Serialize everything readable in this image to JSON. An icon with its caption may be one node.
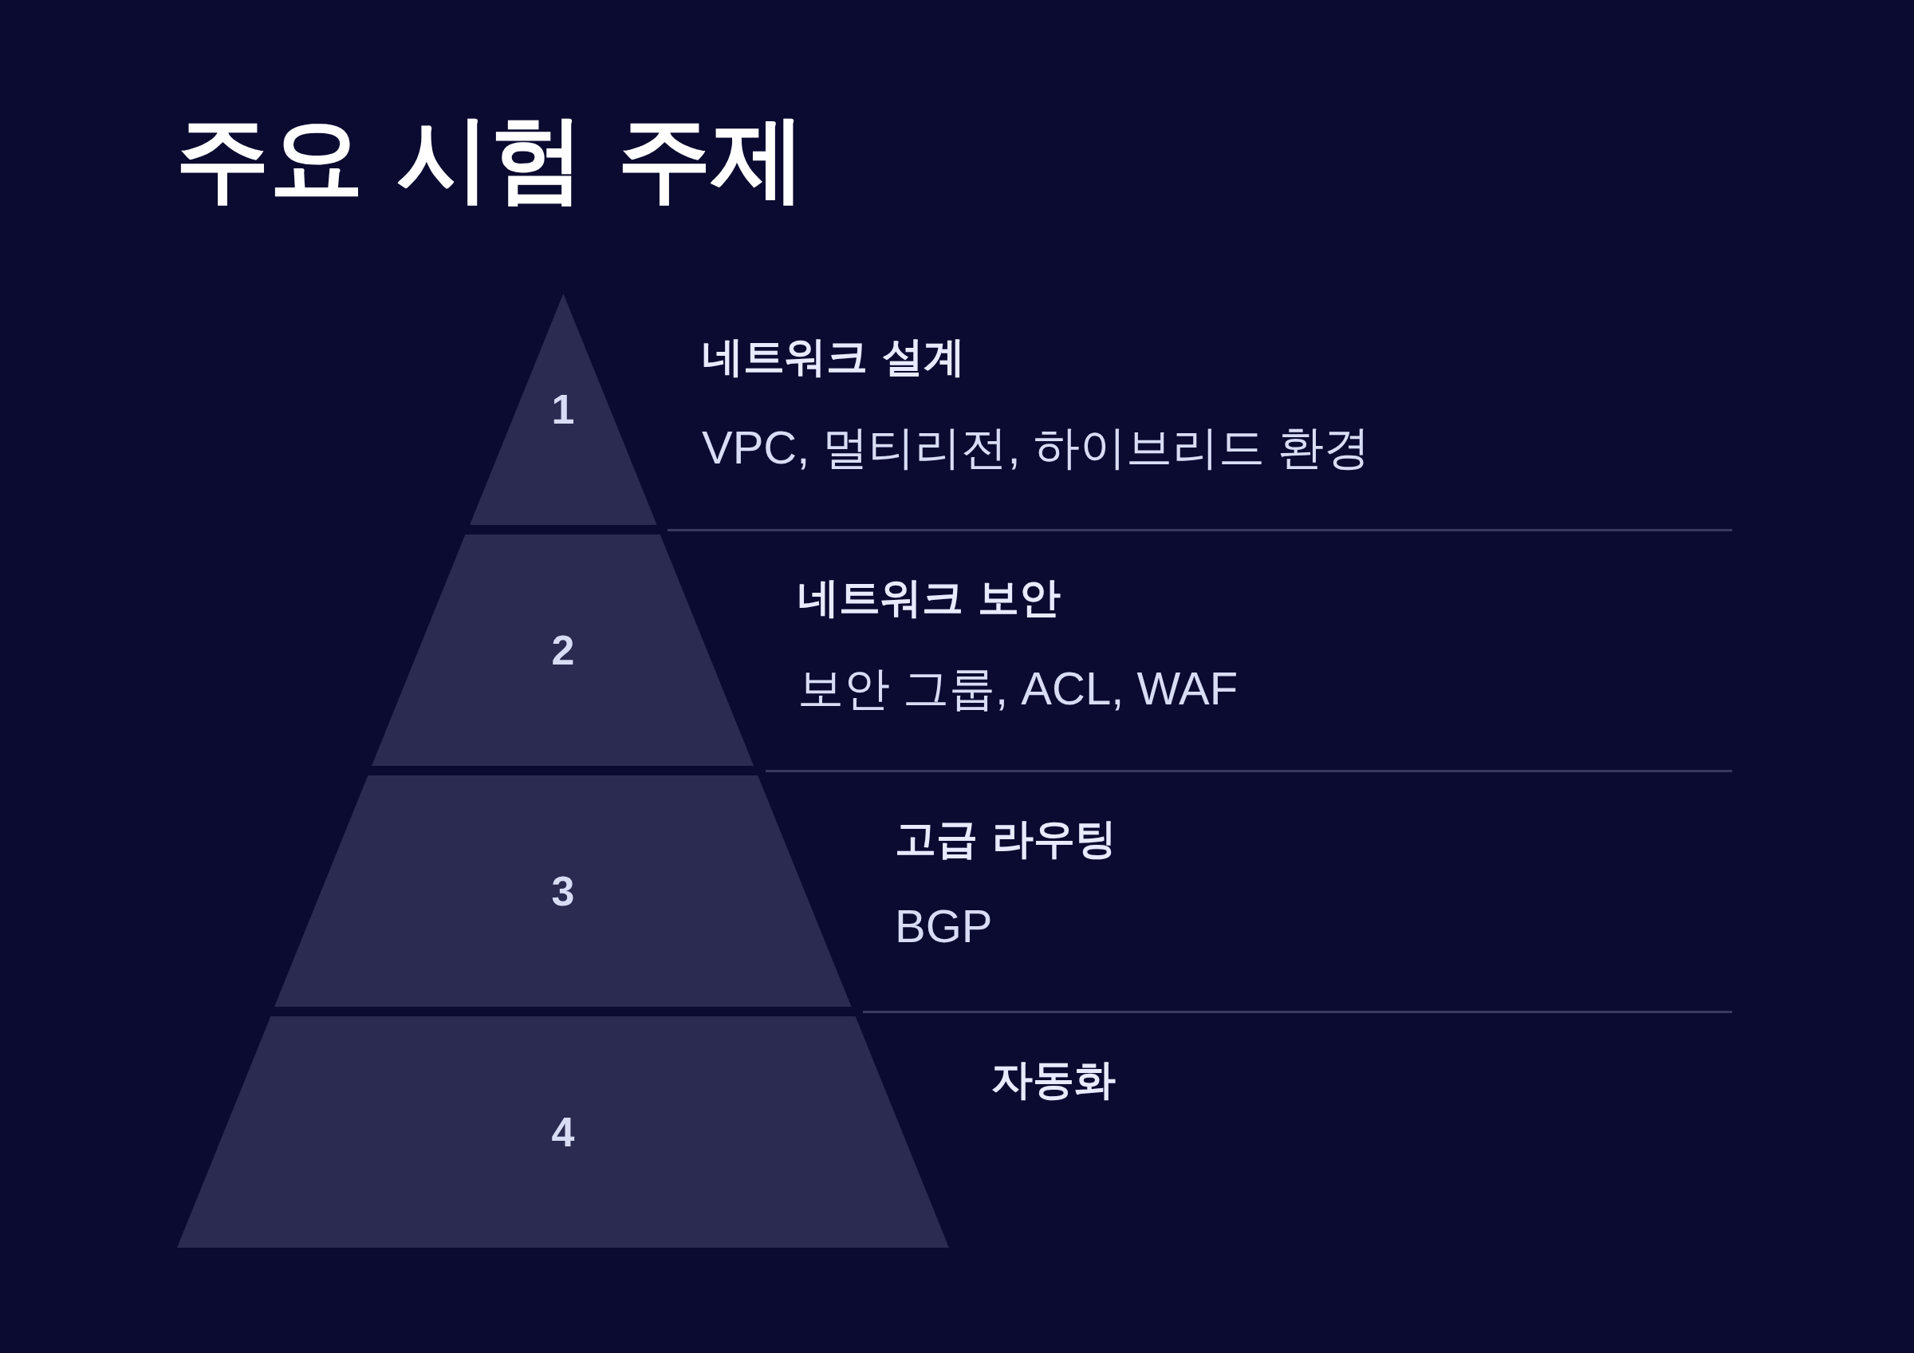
{
  "diagram": {
    "title": "주요 시험 주제",
    "nodes": [
      {
        "text": [
          "1"
        ],
        "beside": [
          "네트워크 설계",
          "VPC, 멀티리전, 하이브리드 환경"
        ]
      },
      {
        "text": [
          "2"
        ],
        "beside": [
          "네트워크 보안",
          "보안 그룹, ACL, WAF"
        ]
      },
      {
        "text": [
          "3"
        ],
        "beside": [
          "고급 라우팅",
          "BGP"
        ]
      },
      {
        "text": [
          "4"
        ],
        "beside": [
          "자동화"
        ]
      }
    ]
  }
}
